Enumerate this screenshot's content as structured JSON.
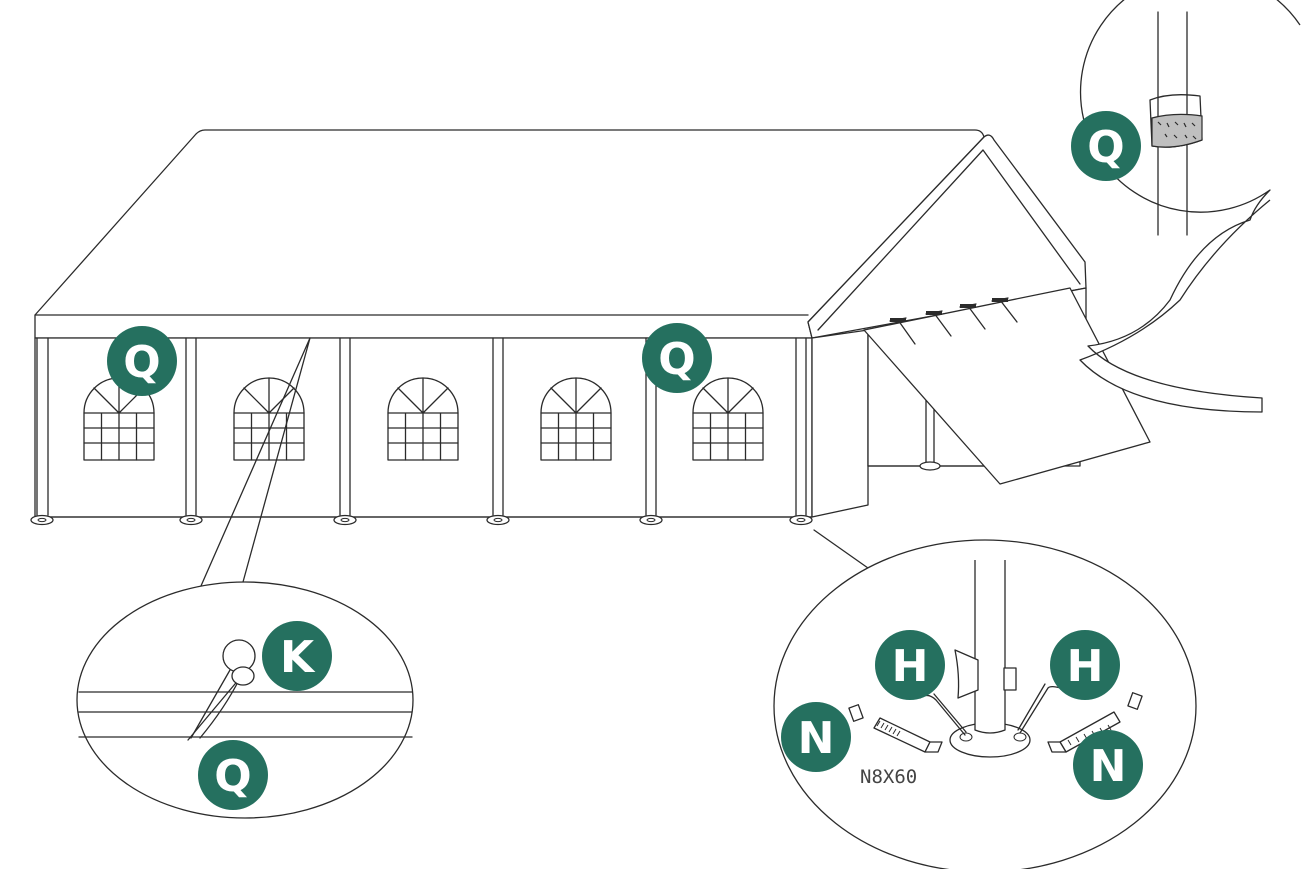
{
  "labels": {
    "q_wall_left": "Q",
    "q_wall_right": "Q",
    "q_detail_top": "Q",
    "q_detail_rope": "Q",
    "k_detail_rope": "K",
    "h_left": "H",
    "h_right": "H",
    "n_left": "N",
    "n_right": "N"
  },
  "anchor_code": "N8X60",
  "colors": {
    "badge": "#25705f",
    "line": "#2b2b2b",
    "background": "#ffffff"
  }
}
